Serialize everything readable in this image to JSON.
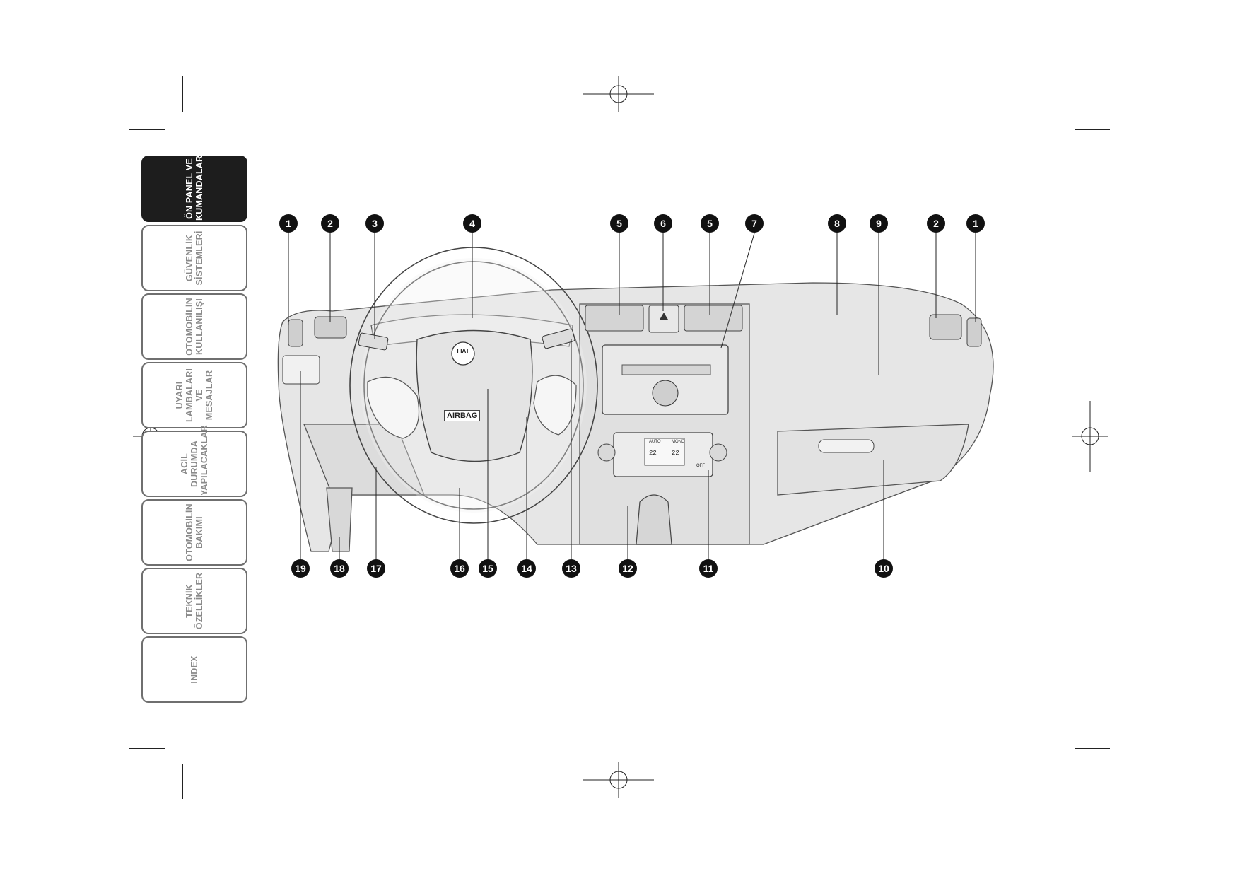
{
  "sidebar": {
    "tabs": [
      {
        "label": "ÖN PANEL VE\nKUMANDALAR",
        "active": true
      },
      {
        "label": "GÜVENLİK\nSİSTEMLERİ",
        "active": false
      },
      {
        "label": "OTOMOBİLİN\nKULLANILIŞI",
        "active": false
      },
      {
        "label": "UYARI\nLAMBALARI VE\nMESAJLAR",
        "active": false
      },
      {
        "label": "ACİL DURUMDA\nYAPILACAKLAR",
        "active": false
      },
      {
        "label": "OTOMOBİLİN\nBAKIMI",
        "active": false
      },
      {
        "label": "TEKNİK\nÖZELLİKLER",
        "active": false
      },
      {
        "label": "INDEX",
        "active": false
      }
    ]
  },
  "diagram": {
    "top_callouts": [
      "1",
      "2",
      "3",
      "4",
      "5",
      "6",
      "5",
      "7",
      "8",
      "9",
      "2",
      "1"
    ],
    "bottom_callouts": [
      "19",
      "18",
      "17",
      "16",
      "15",
      "14",
      "13",
      "12",
      "11",
      "10"
    ],
    "airbag_label": "AIRBAG",
    "logo_label": "FIAT",
    "climate": {
      "left_temp": "22",
      "right_temp": "22",
      "mode_left": "AUTO",
      "mode_right": "MONO",
      "off": "OFF"
    }
  }
}
